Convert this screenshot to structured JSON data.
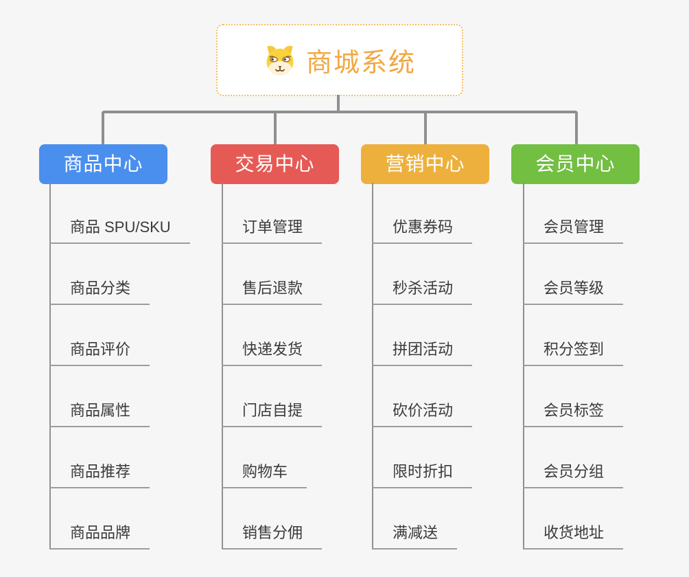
{
  "root": {
    "title": "商城系统",
    "icon": "doge-face-icon"
  },
  "branches": [
    {
      "id": "product-center",
      "label": "商品中心",
      "color": "#4a8fee",
      "children": [
        "商品 SPU/SKU",
        "商品分类",
        "商品评价",
        "商品属性",
        "商品推荐",
        "商品品牌"
      ]
    },
    {
      "id": "trade-center",
      "label": "交易中心",
      "color": "#e65a55",
      "children": [
        "订单管理",
        "售后退款",
        "快递发货",
        "门店自提",
        "购物车",
        "销售分佣"
      ]
    },
    {
      "id": "marketing-center",
      "label": "营销中心",
      "color": "#eeb03c",
      "children": [
        "优惠券码",
        "秒杀活动",
        "拼团活动",
        "砍价活动",
        "限时折扣",
        "满减送"
      ]
    },
    {
      "id": "member-center",
      "label": "会员中心",
      "color": "#72bf42",
      "children": [
        "会员管理",
        "会员等级",
        "积分签到",
        "会员标签",
        "会员分组",
        "收货地址"
      ]
    }
  ],
  "colors": {
    "background": "#f6f6f7",
    "connector": "#8f8f8f",
    "child_underline": "#9c9c9c",
    "child_text": "#3a3a3a",
    "root_text": "#f0a843",
    "root_border": "#f4bc62",
    "branch_text": "#ffffff"
  }
}
